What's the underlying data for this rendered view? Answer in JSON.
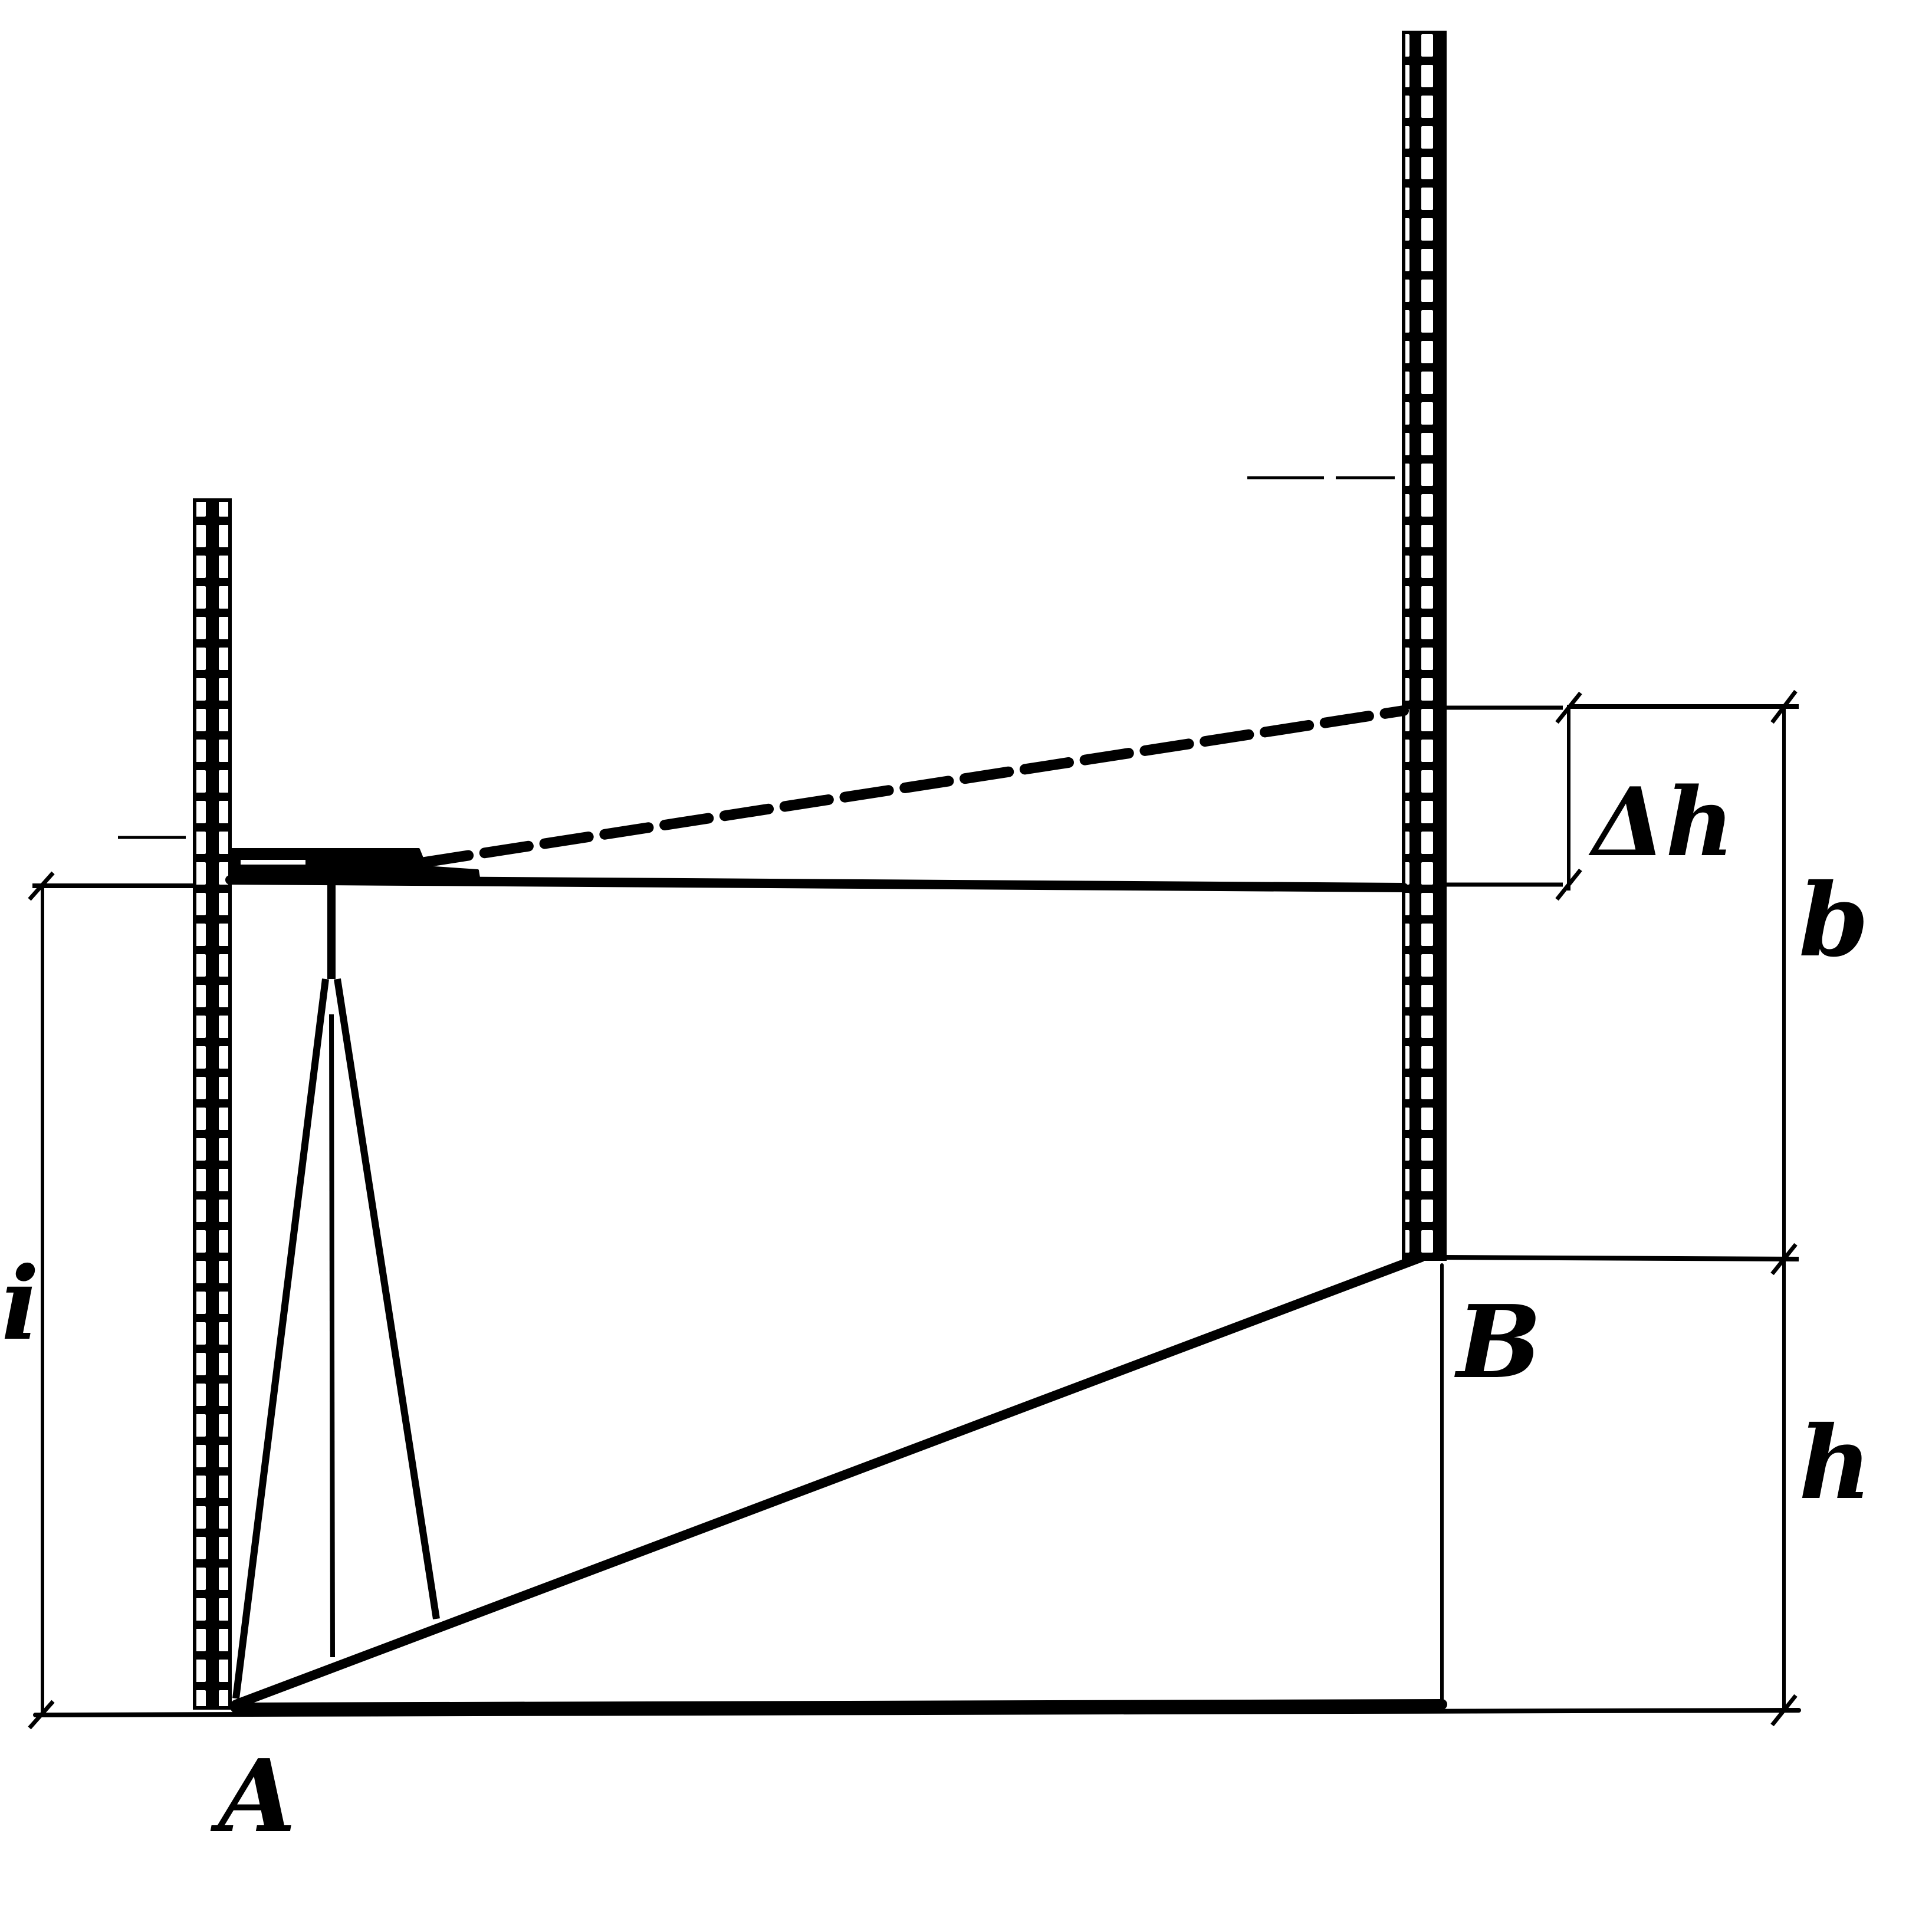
{
  "labels": {
    "point_a": "A",
    "point_b": "B",
    "height_i": "i",
    "delta_h": "Δh",
    "reading_b": "b",
    "height_h": "h"
  },
  "colors": {
    "ink": "#000000",
    "paper": "#ffffff"
  },
  "icons": {
    "level_staff": "graduated-staff",
    "instrument": "tripod-level"
  }
}
